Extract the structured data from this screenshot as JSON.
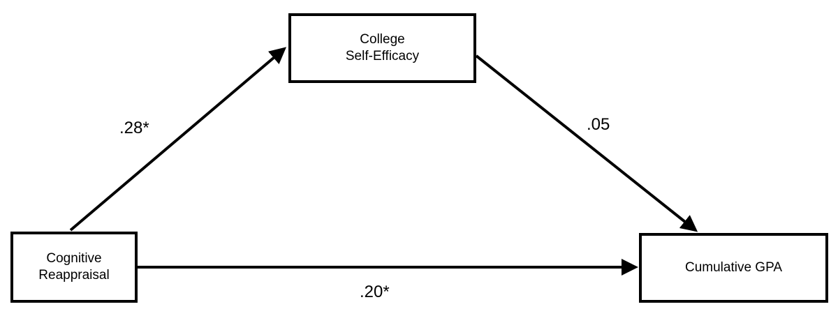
{
  "diagram": {
    "nodes": {
      "mediator": {
        "line1": "College",
        "line2": "Self-Efficacy"
      },
      "predictor": {
        "line1": "Cognitive",
        "line2": "Reappraisal"
      },
      "outcome": {
        "line1": "Cumulative GPA"
      }
    },
    "paths": {
      "a": {
        "from": "predictor",
        "to": "mediator",
        "coefficient": ".28*"
      },
      "b": {
        "from": "mediator",
        "to": "outcome",
        "coefficient": ".05"
      },
      "c": {
        "from": "predictor",
        "to": "outcome",
        "coefficient": ".20*"
      }
    },
    "colors": {
      "stroke": "#000000",
      "text": "#000000",
      "background": "#ffffff"
    }
  }
}
